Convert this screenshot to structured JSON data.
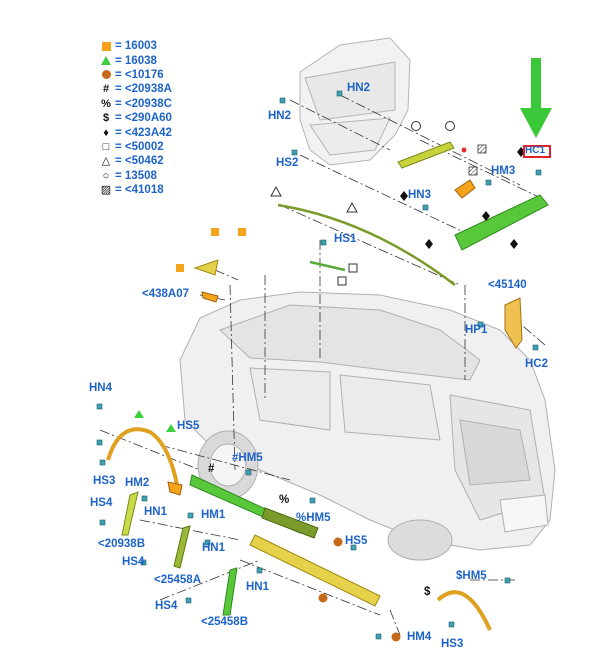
{
  "colors": {
    "label_blue": "#1e64c8",
    "orange": "#f5a31a",
    "green": "#3fcf3f",
    "brown": "#c46a1a",
    "part_yellow": "#e6d24a",
    "part_green": "#58c83a",
    "part_olive": "#7a9a2a",
    "arrow_green": "#38c838",
    "callout_red": "#e0202a"
  },
  "legend": [
    {
      "symbol": "orange-square-icon",
      "text": "= 16003"
    },
    {
      "symbol": "green-triangle-icon",
      "text": "= 16038"
    },
    {
      "symbol": "brown-circle-icon",
      "text": "= <10176"
    },
    {
      "symbol": "hash-symbol",
      "char": "#",
      "text": "= <20938A"
    },
    {
      "symbol": "percent-symbol",
      "char": "%",
      "text": "= <20938C"
    },
    {
      "symbol": "dollar-symbol",
      "char": "$",
      "text": "= <290A60"
    },
    {
      "symbol": "diamond-icon",
      "char": "♦",
      "text": "= <423A42"
    },
    {
      "symbol": "open-square-icon",
      "char": "□",
      "text": "= <50002"
    },
    {
      "symbol": "open-triangle-icon",
      "char": "△",
      "text": "= <50462"
    },
    {
      "symbol": "open-circle-icon",
      "char": "○",
      "text": "= 13508"
    },
    {
      "symbol": "hatched-square-icon",
      "char": "▨",
      "text": "= <41018"
    }
  ],
  "labels": {
    "hn2_top": "HN2",
    "hn2_left": "HN2",
    "hs2": "HS2",
    "hn3": "HN3",
    "hm3": "HM3",
    "hc_highlight": "HC1",
    "hs1": "HS1",
    "p438a07": "<438A07",
    "p45140": "<45140",
    "hp1": "HP1",
    "hc2": "HC2",
    "hn4": "HN4",
    "hs5_upper": "HS5",
    "hm5_upper": "HM5",
    "hs3": "HS3",
    "hm2": "HM2",
    "hs4_a": "HS4",
    "hn1_a": "HN1",
    "hm1": "HM1",
    "hm5_mid": "HM5",
    "p20938b": "<20938B",
    "hn1_b": "HN1",
    "hs5_lower": "HS5",
    "hs4_b": "HS4",
    "p25458a": "<25458A",
    "hn1_c": "HN1",
    "hm5_lower": "HM5",
    "hs4_c": "HS4",
    "p25458b": "<25458B",
    "hm4": "HM4",
    "hs3_lower": "HS3"
  },
  "symbols": {
    "hash": "#",
    "percent": "%",
    "dollar": "$",
    "diamond": "♦"
  }
}
